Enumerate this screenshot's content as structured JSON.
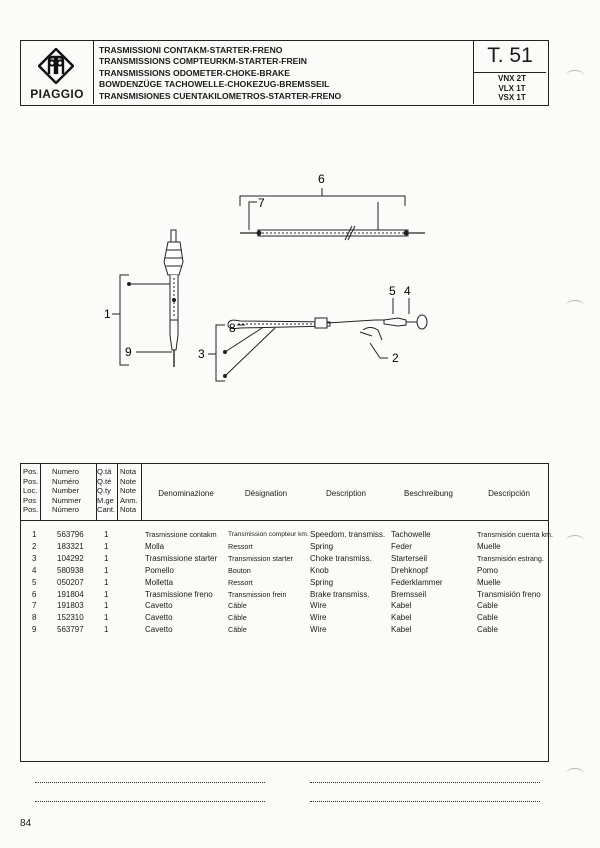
{
  "header": {
    "brand": "PIAGGIO",
    "titles": [
      "TRASMISSIONI CONTAKM-STARTER-FRENO",
      "TRANSMISSIONS COMPTEURKM-STARTER-FREIN",
      "TRANSMISSIONS ODOMETER-CHOKE-BRAKE",
      "BOWDENZÜGE TACHOWELLE-CHOKEZUG-BREMSSEIL",
      "TRANSMISIONES CUENTAKILOMETROS-STARTER-FRENO"
    ],
    "table_no": "T. 51",
    "models": [
      "VNX 2T",
      "VLX 1T",
      "VSX 1T"
    ]
  },
  "diagram": {
    "labels": {
      "l1": "1",
      "l2": "2",
      "l3": "3",
      "l4": "4",
      "l5": "5",
      "l6": "6",
      "l7": "7",
      "l8": "8",
      "l9": "9"
    }
  },
  "table": {
    "headers": {
      "pos": [
        "Pos.",
        "Pos.",
        "Loc.",
        "Pos",
        "Pos."
      ],
      "numero": [
        "Numero",
        "Numéro",
        "Number",
        "Nummer",
        "Número"
      ],
      "qty": [
        "Q.tà",
        "Q.té",
        "Q.ty",
        "M.ge",
        "Cant."
      ],
      "nota": [
        "Nota",
        "Note",
        "Note",
        "Anm.",
        "Nota"
      ],
      "it": "Denominazione",
      "fr": "Désignation",
      "en": "Description",
      "de": "Beschreibung",
      "es": "Descripción"
    },
    "rows": [
      {
        "pos": "1",
        "num": "563796",
        "qty": "1",
        "it": "Trasmissione contakm",
        "fr": "Transmission compteur km.",
        "en": "Speedom. transmiss.",
        "de": "Tachowelle",
        "es": "Transmisión cuenta km."
      },
      {
        "pos": "2",
        "num": "183321",
        "qty": "1",
        "it": "Molla",
        "fr": "Ressort",
        "en": "Spring",
        "de": "Feder",
        "es": "Muelle"
      },
      {
        "pos": "3",
        "num": "104292",
        "qty": "1",
        "it": "Trasmissione starter",
        "fr": "Transmission starter",
        "en": "Choke transmiss.",
        "de": "Starterseil",
        "es": "Transmisión estrang."
      },
      {
        "pos": "4",
        "num": "580938",
        "qty": "1",
        "it": "Pomello",
        "fr": "Bouton",
        "en": "Knob",
        "de": "Drehknopf",
        "es": "Pomo"
      },
      {
        "pos": "5",
        "num": "050207",
        "qty": "1",
        "it": "Molletta",
        "fr": "Ressort",
        "en": "Spring",
        "de": "Federklammer",
        "es": "Muelle"
      },
      {
        "pos": "6",
        "num": "191804",
        "qty": "1",
        "it": "Trasmissione freno",
        "fr": "Transmission frein",
        "en": "Brake transmiss.",
        "de": "Bremsseil",
        "es": "Transmisión freno"
      },
      {
        "pos": "7",
        "num": "191803",
        "qty": "1",
        "it": "Cavetto",
        "fr": "Câble",
        "en": "Wire",
        "de": "Kabel",
        "es": "Cable"
      },
      {
        "pos": "8",
        "num": "152310",
        "qty": "1",
        "it": "Cavetto",
        "fr": "Câble",
        "en": "Wire",
        "de": "Kabel",
        "es": "Cable"
      },
      {
        "pos": "9",
        "num": "563797",
        "qty": "1",
        "it": "Cavetto",
        "fr": "Câble",
        "en": "Wire",
        "de": "Kabel",
        "es": "Cable"
      }
    ]
  },
  "footer": {
    "page_no": "84"
  }
}
